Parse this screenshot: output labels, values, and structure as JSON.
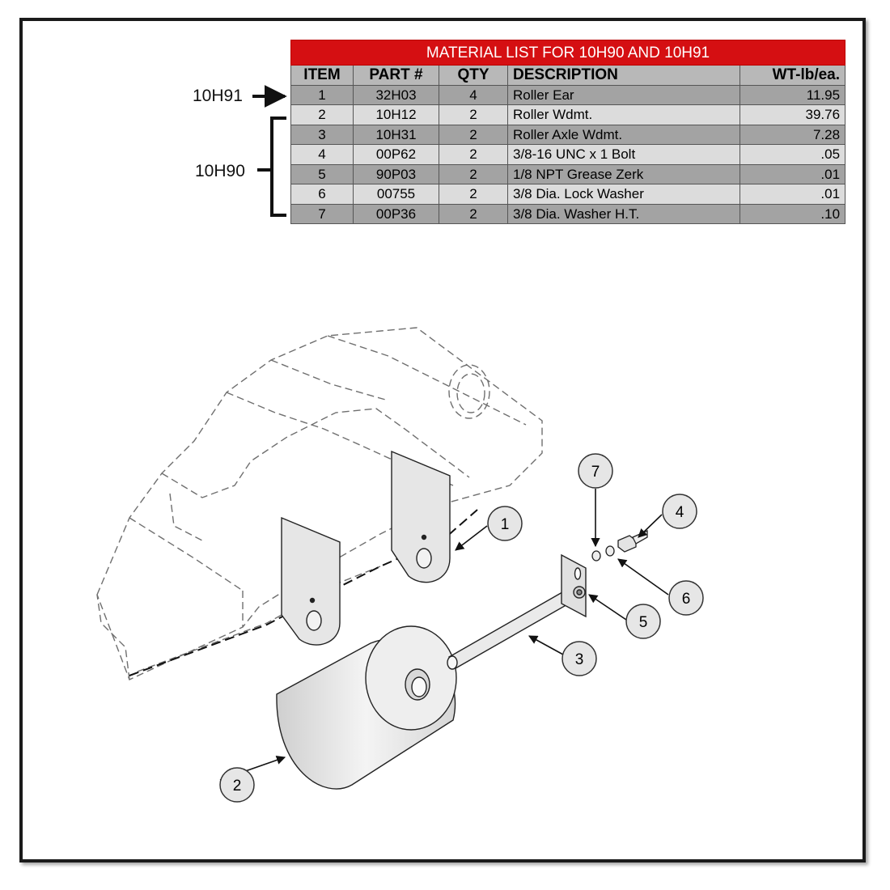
{
  "table": {
    "title": "MATERIAL LIST FOR 10H90 AND 10H91",
    "headers": [
      "ITEM",
      "PART #",
      "QTY",
      "DESCRIPTION",
      "WT-lb/ea."
    ],
    "rows": [
      {
        "item": "1",
        "part": "32H03",
        "qty": "4",
        "desc": "Roller Ear",
        "wt": "11.95"
      },
      {
        "item": "2",
        "part": "10H12",
        "qty": "2",
        "desc": "Roller Wdmt.",
        "wt": "39.76"
      },
      {
        "item": "3",
        "part": "10H31",
        "qty": "2",
        "desc": "Roller Axle Wdmt.",
        "wt": "7.28"
      },
      {
        "item": "4",
        "part": "00P62",
        "qty": "2",
        "desc": "3/8-16 UNC x 1 Bolt",
        "wt": ".05"
      },
      {
        "item": "5",
        "part": "90P03",
        "qty": "2",
        "desc": "1/8 NPT Grease Zerk",
        "wt": ".01"
      },
      {
        "item": "6",
        "part": "00755",
        "qty": "2",
        "desc": "3/8 Dia. Lock Washer",
        "wt": ".01"
      },
      {
        "item": "7",
        "part": "00P36",
        "qty": "2",
        "desc": "3/8 Dia. Washer H.T.",
        "wt": ".10"
      }
    ]
  },
  "groups": {
    "g10h91": "10H91",
    "g10h90": "10H90"
  },
  "callouts": [
    "1",
    "2",
    "3",
    "4",
    "5",
    "6",
    "7"
  ]
}
